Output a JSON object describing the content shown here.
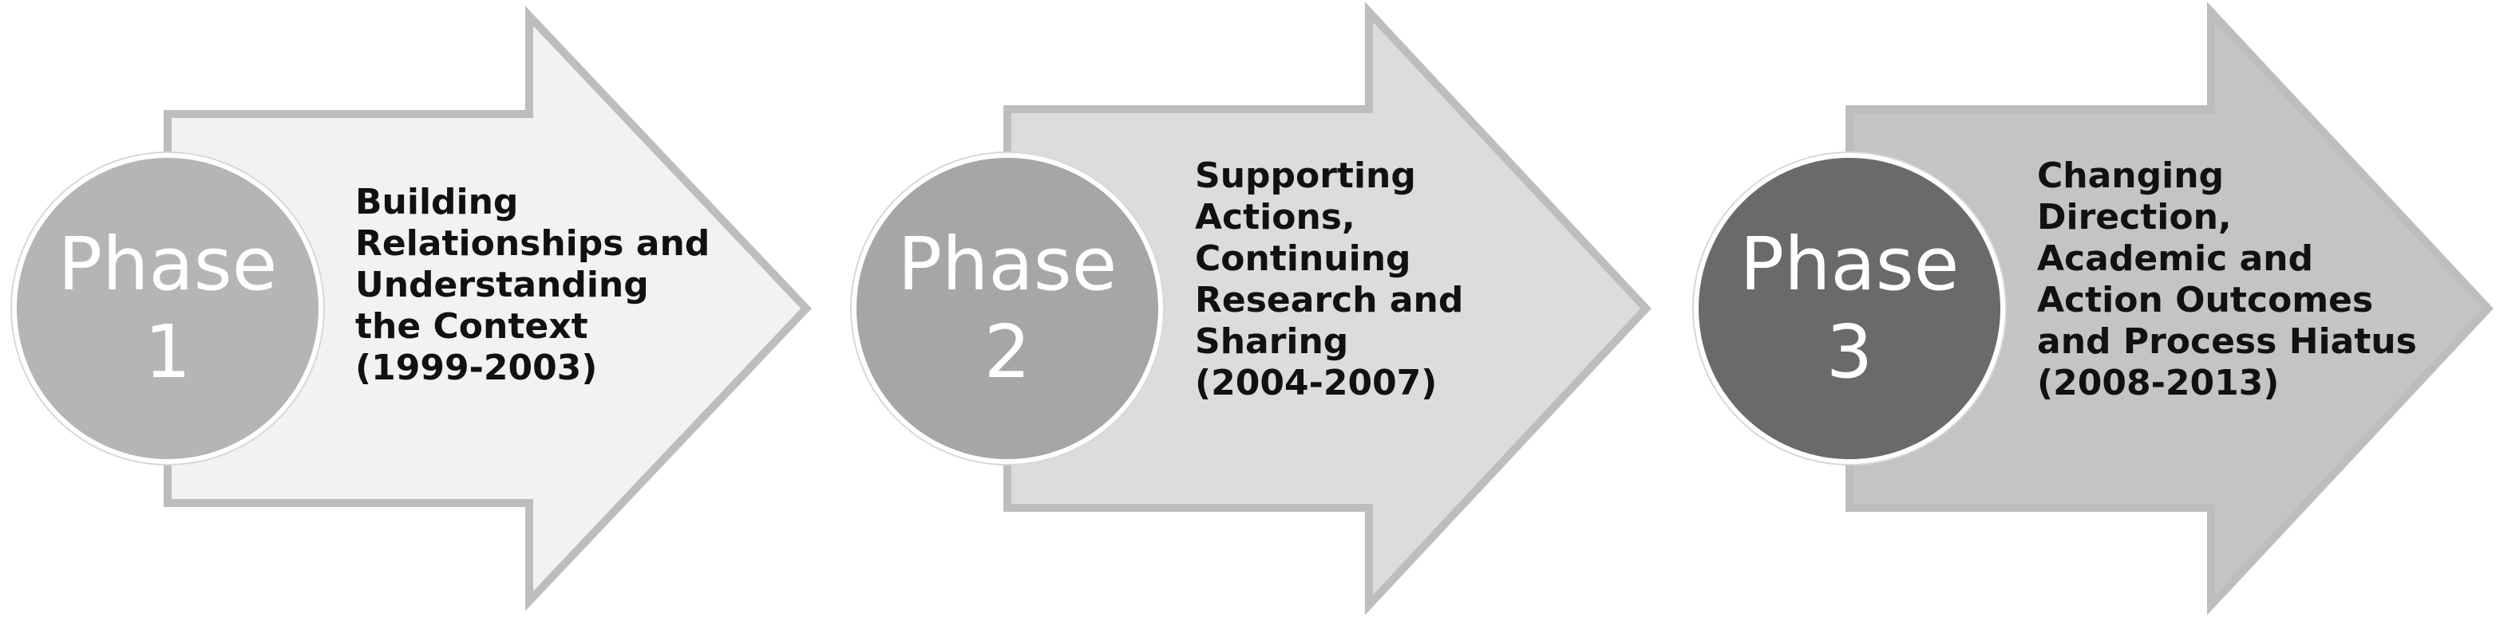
{
  "phases": [
    {
      "word": "Phase",
      "number": "1",
      "description": "Building\nRelationships and\nUnderstanding\nthe Context\n(1999-2003)",
      "arrow_fill": "#f2f2f2",
      "circle_fill": "#b5b5b5"
    },
    {
      "word": "Phase",
      "number": "2",
      "description": "Supporting\nActions,\nContinuing\nResearch and\nSharing\n(2004-2007)",
      "arrow_fill": "#dcdcdc",
      "circle_fill": "#a6a6a6"
    },
    {
      "word": "Phase",
      "number": "3",
      "description": "Changing\nDirection,\nAcademic and\nAction Outcomes\nand Process Hiatus\n(2008-2013)",
      "arrow_fill": "#c4c4c4",
      "circle_fill": "#6a6a6a"
    }
  ],
  "colors": {
    "arrow_stroke": "#bdbdbd",
    "circle_text": "#ffffff",
    "description_text": "#111111"
  }
}
